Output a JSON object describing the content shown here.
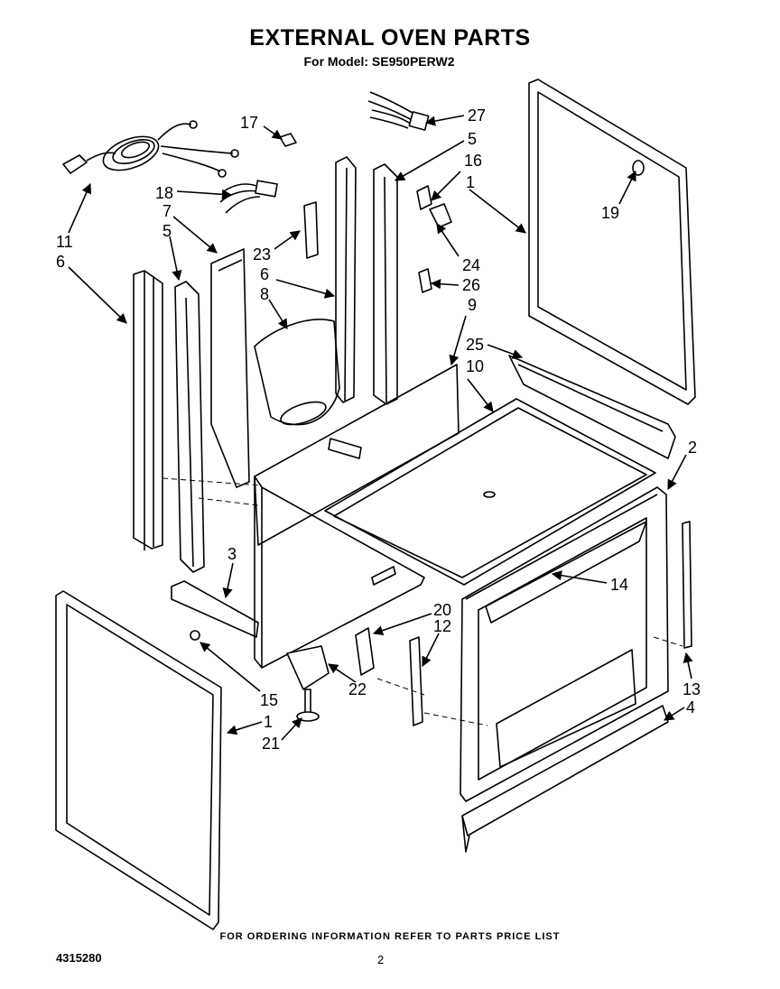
{
  "header": {
    "title": "EXTERNAL OVEN PARTS",
    "subtitle": "For Model: SE950PERW2"
  },
  "footer": {
    "note": "FOR ORDERING INFORMATION REFER TO PARTS PRICE LIST",
    "document_number": "4315280",
    "page_number": "2"
  },
  "callouts": [
    {
      "id": "c27",
      "label": "27"
    },
    {
      "id": "c5a",
      "label": "5"
    },
    {
      "id": "c16",
      "label": "16"
    },
    {
      "id": "c17",
      "label": "17"
    },
    {
      "id": "c1a",
      "label": "1"
    },
    {
      "id": "c19",
      "label": "19"
    },
    {
      "id": "c18",
      "label": "18"
    },
    {
      "id": "c7",
      "label": "7"
    },
    {
      "id": "c5b",
      "label": "5"
    },
    {
      "id": "c11",
      "label": "11"
    },
    {
      "id": "c6a",
      "label": "6"
    },
    {
      "id": "c23",
      "label": "23"
    },
    {
      "id": "c24",
      "label": "24"
    },
    {
      "id": "c6b",
      "label": "6"
    },
    {
      "id": "c26",
      "label": "26"
    },
    {
      "id": "c8",
      "label": "8"
    },
    {
      "id": "c9",
      "label": "9"
    },
    {
      "id": "c25",
      "label": "25"
    },
    {
      "id": "c10",
      "label": "10"
    },
    {
      "id": "c2",
      "label": "2"
    },
    {
      "id": "c3",
      "label": "3"
    },
    {
      "id": "c14",
      "label": "14"
    },
    {
      "id": "c20",
      "label": "20"
    },
    {
      "id": "c12",
      "label": "12"
    },
    {
      "id": "c13",
      "label": "13"
    },
    {
      "id": "c22",
      "label": "22"
    },
    {
      "id": "c15",
      "label": "15"
    },
    {
      "id": "c4",
      "label": "4"
    },
    {
      "id": "c1b",
      "label": "1"
    },
    {
      "id": "c21",
      "label": "21"
    }
  ]
}
